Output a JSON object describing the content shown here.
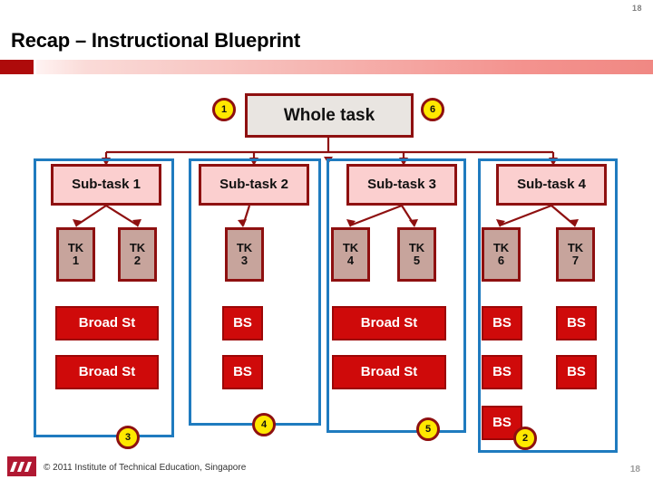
{
  "slide": {
    "title": "Recap – Instructional Blueprint",
    "page_number_top": "18",
    "page_number_bottom": "18",
    "accent_dark_red": "#8E1010",
    "accent_blue": "#1F7BBF",
    "accent_badge_yellow": "#FFE800",
    "bs_red": "#CF0A0A",
    "subtask_pink": "#FBCFCF",
    "tk_mauve": "#C7A49C"
  },
  "footer": {
    "copyright": "© 2011 Institute of Technical Education, Singapore",
    "logo_name": "ite-logo"
  },
  "diagram": {
    "root": {
      "label": "Whole task"
    },
    "badges": [
      {
        "id": "badge-1",
        "label": "1"
      },
      {
        "id": "badge-6",
        "label": "6"
      },
      {
        "id": "badge-3",
        "label": "3"
      },
      {
        "id": "badge-4",
        "label": "4"
      },
      {
        "id": "badge-5",
        "label": "5"
      },
      {
        "id": "badge-2",
        "label": "2"
      }
    ],
    "groups": [
      {
        "subtask": "Sub-task 1",
        "tks": [
          "TK",
          "TK"
        ],
        "tk_numbers": [
          "1",
          "2"
        ],
        "broad_strategies": [
          "Broad St",
          "Broad St"
        ]
      },
      {
        "subtask": "Sub-task 2",
        "tks": [
          "TK"
        ],
        "tk_numbers": [
          "3"
        ],
        "broad_strategies": [
          "BS",
          "BS"
        ]
      },
      {
        "subtask": "Sub-task 3",
        "tks": [
          "TK",
          "TK"
        ],
        "tk_numbers": [
          "4",
          "5"
        ],
        "broad_strategies": [
          "Broad St",
          "Broad St"
        ]
      },
      {
        "subtask": "Sub-task 4",
        "tks": [
          "TK",
          "TK"
        ],
        "tk_numbers": [
          "6",
          "7"
        ],
        "broad_strategies": [
          "BS",
          "BS",
          "BS",
          "BS",
          "BS"
        ]
      }
    ]
  }
}
